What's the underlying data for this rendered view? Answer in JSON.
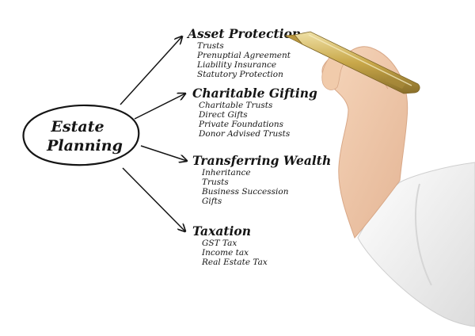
{
  "center": {
    "line1": "Estate",
    "line2": "Planning"
  },
  "branches": [
    {
      "title": "Asset Protection",
      "items": [
        "Trusts",
        "Prenuptial Agreement",
        "Liability Insurance",
        "Statutory Protection"
      ]
    },
    {
      "title": "Charitable Gifting",
      "items": [
        "Charitable Trusts",
        "Direct Gifts",
        "Private Foundations",
        "Donor Advised Trusts"
      ]
    },
    {
      "title": "Transferring Wealth",
      "items": [
        "Inheritance",
        "Trusts",
        "Business Succession",
        "Gifts"
      ]
    },
    {
      "title": "Taxation",
      "items": [
        "GST Tax",
        "Income tax",
        "Real Estate Tax"
      ]
    }
  ],
  "colors": {
    "ink": "#151515",
    "pen_gold": "#c9a84a",
    "skin": "#f0c9a8",
    "coat": "#f2f2f2"
  }
}
